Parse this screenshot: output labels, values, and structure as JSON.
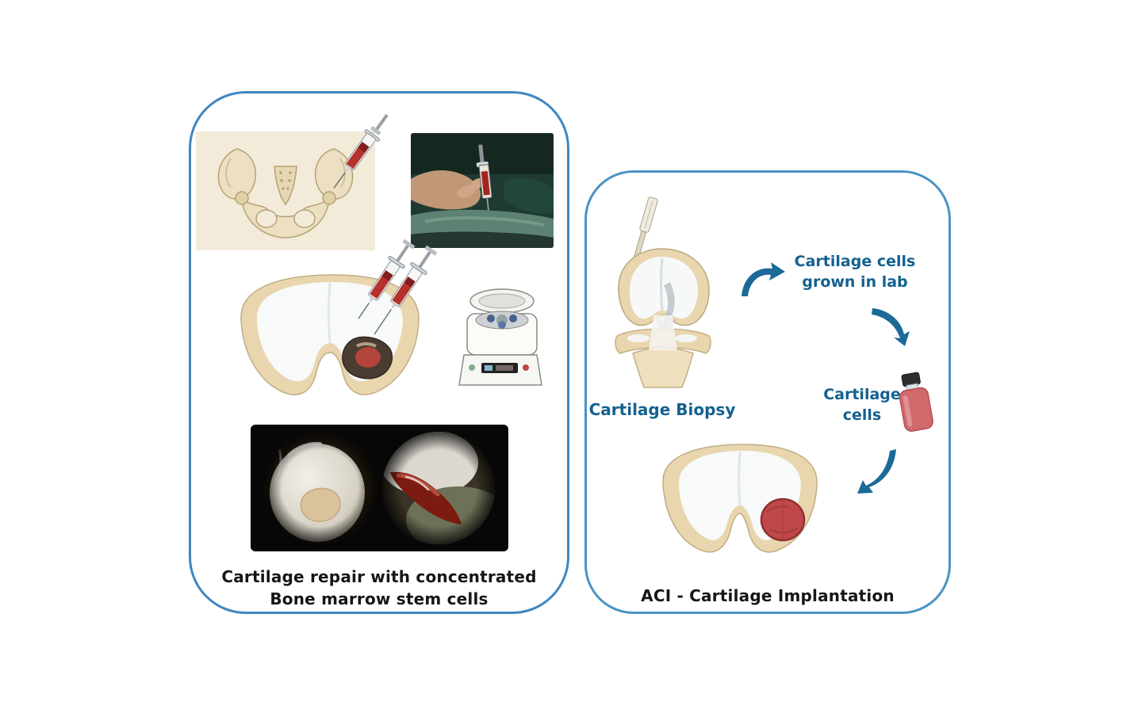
{
  "left_panel": {
    "caption_line1": "Cartilage repair with concentrated",
    "caption_line2": "Bone marrow stem cells"
  },
  "right_panel": {
    "biopsy_label": "Cartilage Biopsy",
    "grown_label_line1": "Cartilage cells",
    "grown_label_line2": "grown in lab",
    "cells_label_line1": "Cartilage",
    "cells_label_line2": "cells",
    "caption": "ACI - Cartilage Implantation"
  },
  "icons": {
    "syringe": "syringe-icon",
    "centrifuge": "centrifuge-icon",
    "vial": "cell-vial-icon",
    "curved_arrow": "curved-arrow-icon",
    "biopsy_instrument": "biopsy-instrument-icon"
  },
  "colors": {
    "panel_border_blue": "#3f86c0",
    "label_blue": "#14618f",
    "caption_dark": "#161616",
    "arrow_blue": "#1b6a98",
    "bone_beige": "#e9d6ae",
    "defect_red": "#b2443c",
    "vial_red": "#d2696c"
  }
}
